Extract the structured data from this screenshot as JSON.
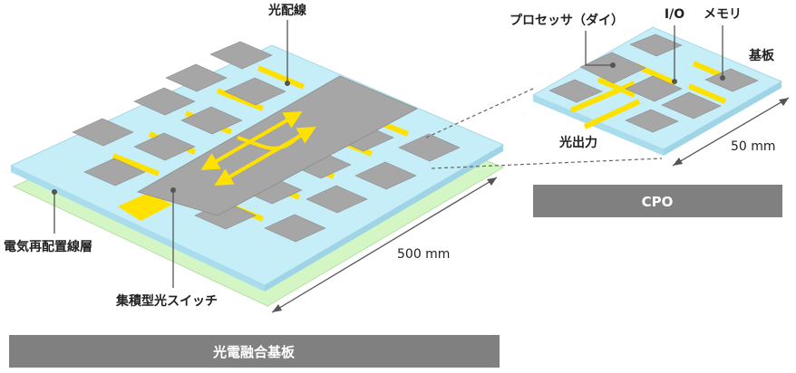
{
  "colors": {
    "optical_layer": "#c6eef8",
    "electrical_layer": "#d4f5c4",
    "chip": "#a6a6a6",
    "waveguide": "#ffe100",
    "banner": "#808080"
  },
  "left": {
    "label_waveguide": "光配線",
    "label_rdl": "電気再配置線層",
    "label_switch": "集積型光スイッチ",
    "dimension": "500 mm",
    "banner": "光電融合基板"
  },
  "right": {
    "label_processor": "プロセッサ（ダイ）",
    "label_io": "I/O",
    "label_memory": "メモリ",
    "label_substrate": "基板",
    "label_optical_output": "光出力",
    "dimension": "50 mm",
    "banner": "CPO"
  }
}
